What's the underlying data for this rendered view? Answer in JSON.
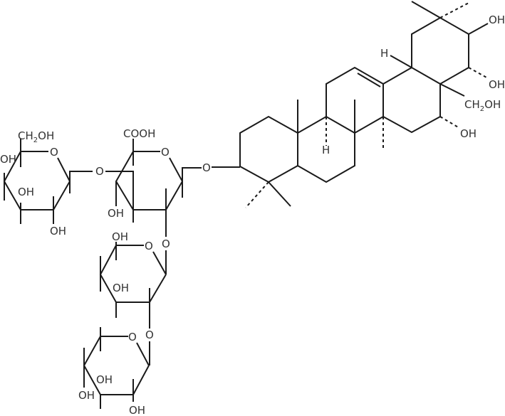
{
  "diagram": {
    "type": "chemical-structure",
    "description": "Triterpenoid saponin: oleanane aglycone with glucuronic acid bearing three additional sugar units",
    "labels": {
      "glycoside_oxygen": "O",
      "ring_oxygen": "O",
      "hydroxyl": "OH",
      "hydrogen": "H",
      "cooh": "COOH",
      "ch2oh_main": "CH",
      "ch2oh_sub": "2",
      "ch2oh_tail": "OH"
    },
    "fragments": [
      {
        "name": "sugar-1",
        "substituents": [
          "CH2OH",
          "OH",
          "OH",
          "OH"
        ]
      },
      {
        "name": "glucuronic-acid",
        "substituents": [
          "COOH",
          "OH"
        ]
      },
      {
        "name": "sugar-3",
        "substituents": [
          "OH",
          "OH"
        ]
      },
      {
        "name": "sugar-4",
        "substituents": [
          "OH",
          "OH",
          "OH"
        ]
      },
      {
        "name": "aglycone",
        "substituents": [
          "OH",
          "OH",
          "CH2OH",
          "OH",
          "H",
          "H"
        ]
      }
    ]
  }
}
